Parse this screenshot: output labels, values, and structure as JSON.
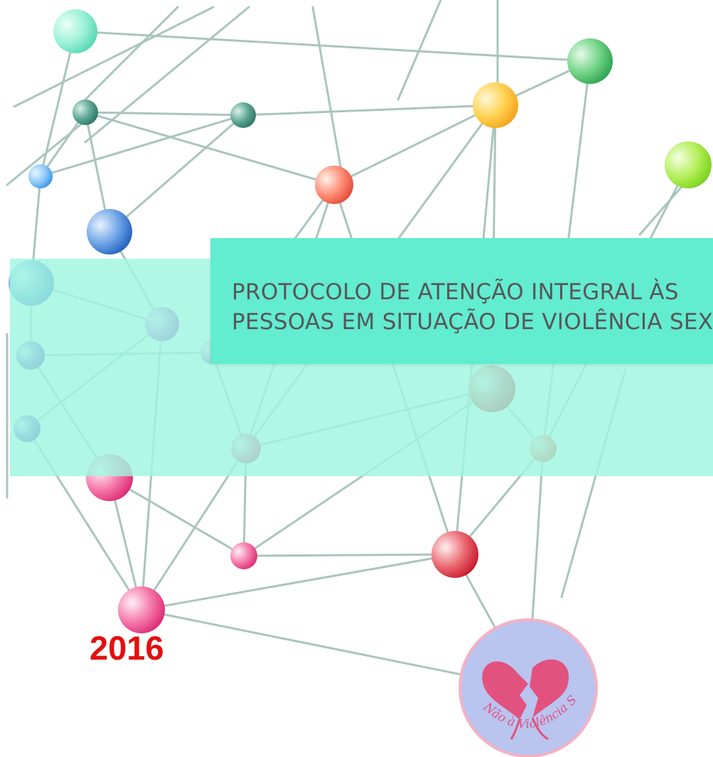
{
  "title": {
    "line1": "PROTOCOLO DE ATENÇÃO INTEGRAL ÀS",
    "line2": "PESSOAS EM SITUAÇÃO DE VIOLÊNCIA SEXUAL"
  },
  "year": "2016",
  "logo": {
    "text": "Não à Violência Sexual"
  },
  "colors": {
    "band": "#a0f5e1",
    "title_box": "#62ecd0",
    "title_text": "#575757",
    "year": "#e30f0f",
    "network_lines": "#a9c5bd",
    "logo_ring": "#f3b2c4",
    "logo_fill": "#b9c4ef",
    "logo_mark": "#e2527e"
  }
}
